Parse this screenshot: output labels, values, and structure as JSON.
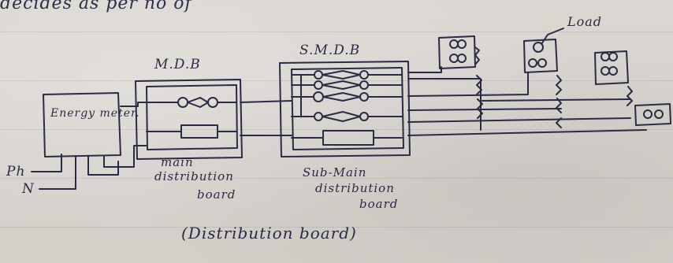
{
  "diagram": {
    "top_text": "decides as per no of",
    "energy_meter": "Energy meter.",
    "mdb_title": "M.D.B",
    "smdb_title": "S.M.D.B",
    "load_label": "Load",
    "ph_label": "Ph",
    "n_label": "N",
    "mdb_caption": [
      "main",
      "distribution",
      "board"
    ],
    "smdb_caption": [
      "Sub-Main",
      "distribution",
      "board"
    ],
    "caption": "(Distribution board)"
  },
  "colors": {
    "ink": "#2b2b45",
    "paper": "#d9d5cf"
  }
}
